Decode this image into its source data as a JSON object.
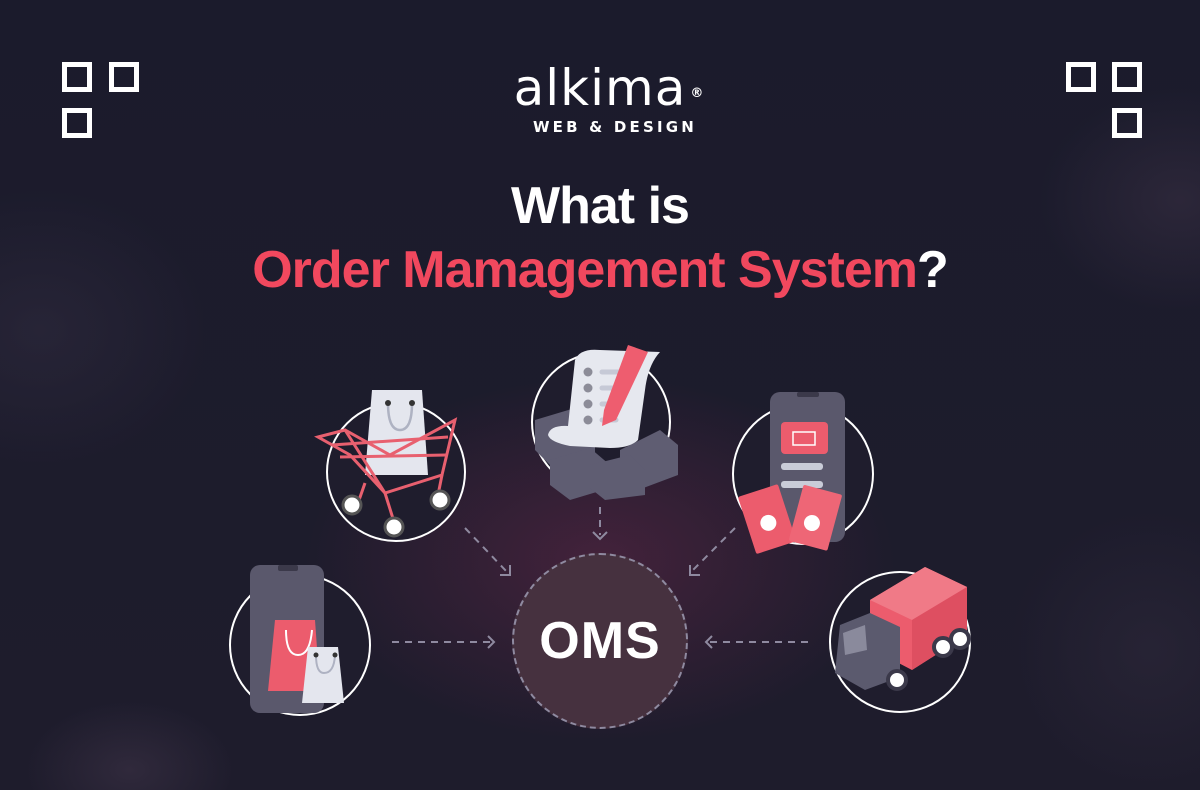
{
  "brand": {
    "name": "alkima",
    "registered_mark": "®",
    "tagline": "WEB & DESIGN"
  },
  "headline": {
    "line1": "What is",
    "line2": "Order Mamagement System",
    "line2_suffix": "?"
  },
  "center_node": {
    "label": "OMS"
  },
  "nodes": [
    {
      "id": "shopping-cart",
      "icon": "shopping-cart-icon"
    },
    {
      "id": "order-form",
      "icon": "order-document-icon"
    },
    {
      "id": "mobile-payment",
      "icon": "mobile-payment-icon"
    },
    {
      "id": "mobile-shopping",
      "icon": "mobile-shopping-bags-icon"
    },
    {
      "id": "delivery-truck",
      "icon": "delivery-truck-icon"
    }
  ],
  "colors": {
    "background": "#1b1b2b",
    "accent": "#f1485e",
    "text": "#ffffff",
    "oms_fill": "#46313f",
    "arrow": "#8f8aa0"
  }
}
